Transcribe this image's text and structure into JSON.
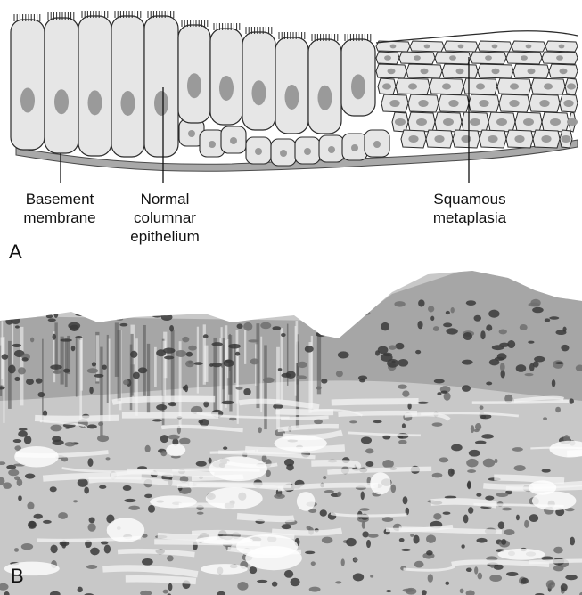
{
  "panel_a": {
    "letter": "A",
    "labels": {
      "basement": [
        "Basement",
        "membrane"
      ],
      "columnar": [
        "Normal",
        "columnar",
        "epithelium"
      ],
      "squamous": [
        "Squamous",
        "metaplasia"
      ]
    }
  },
  "panel_b": {
    "letter": "B"
  },
  "colors": {
    "cell_fill": "#e6e6e6",
    "cell_stroke": "#2a2a2a",
    "nucleus": "#9a9a9a",
    "basement": "#a9a9a9",
    "tissue_dark": "#3a3a3a",
    "tissue_light": "#cfcfcf"
  }
}
